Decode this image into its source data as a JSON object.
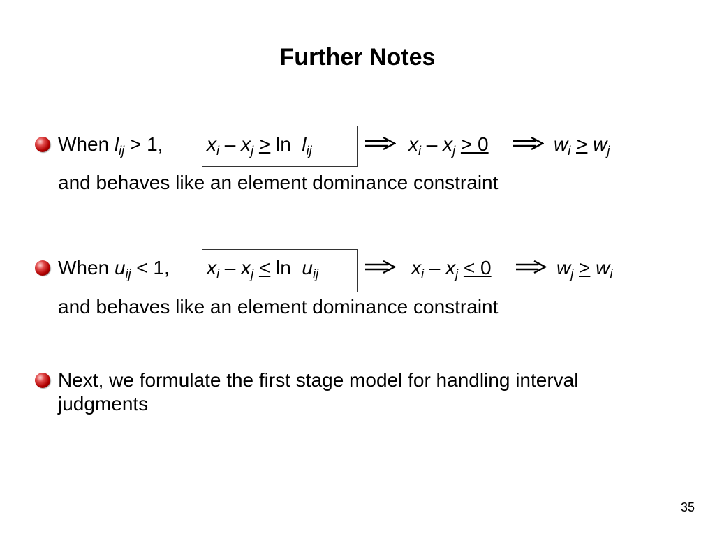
{
  "slide": {
    "title": "Further Notes",
    "page_number": "35",
    "b1": {
      "when": "When",
      "l": "l",
      "ij": "ij",
      "gt1": " > 1,",
      "x": "x",
      "i": "i",
      "j": "j",
      "minus": " – ",
      "ge": ">",
      "ln": " ln",
      "gt0": "> 0",
      "w": "w",
      "behaves": "and behaves like an element dominance constraint"
    },
    "b2": {
      "when": "When",
      "u": "u",
      "ij": "ij",
      "lt1": " < 1,",
      "x": "x",
      "i": "i",
      "j": "j",
      "minus": " – ",
      "le": "<",
      "ln": " ln",
      "lt0": "< 0",
      "w": "w",
      "behaves": "and behaves like an element dominance constraint"
    },
    "b3": {
      "text": "Next, we formulate the first stage model for handling interval judgments"
    }
  }
}
